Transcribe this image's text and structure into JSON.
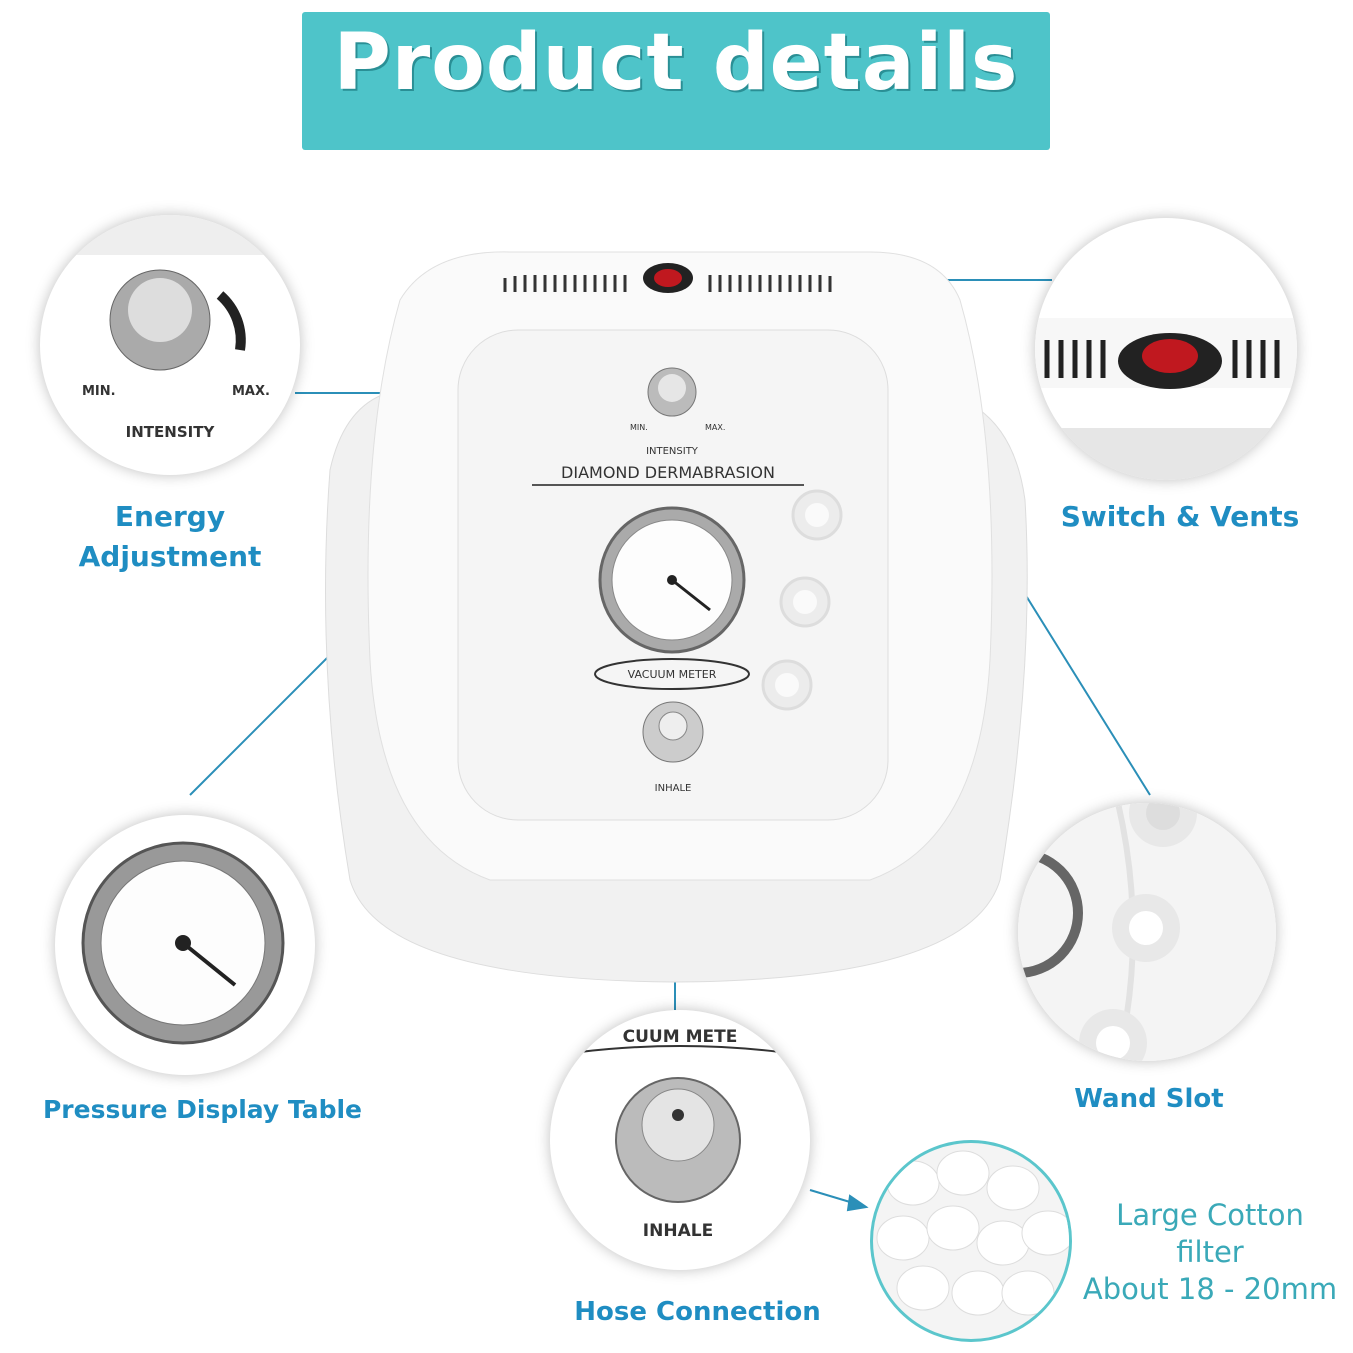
{
  "header": {
    "title": "Product details"
  },
  "colors": {
    "banner": "#4ec4c9",
    "label": "#1f8dc2",
    "connector": "#2b8fb8",
    "cotton_text": "#3aa9b8",
    "switch_red": "#c0181f"
  },
  "device": {
    "intensity": "INTENSITY",
    "min": "MIN.",
    "max": "MAX.",
    "brand": "DIAMOND DERMABRASION",
    "meter": "VACUUM METER",
    "inhale": "INHALE"
  },
  "callouts": {
    "energy": {
      "label_line1": "Energy",
      "label_line2": "Adjustment",
      "min": "MIN.",
      "max": "MAX.",
      "intensity": "INTENSITY"
    },
    "switch": {
      "label": "Switch & Vents"
    },
    "pressure": {
      "label": "Pressure Display Table"
    },
    "wand": {
      "label": "Wand Slot"
    },
    "hose": {
      "label": "Hose Connection",
      "meter": "CUUM METE",
      "inhale": "INHALE"
    },
    "cotton": {
      "line1": "Large Cotton filter",
      "line2": "About 18 - 20mm"
    }
  }
}
